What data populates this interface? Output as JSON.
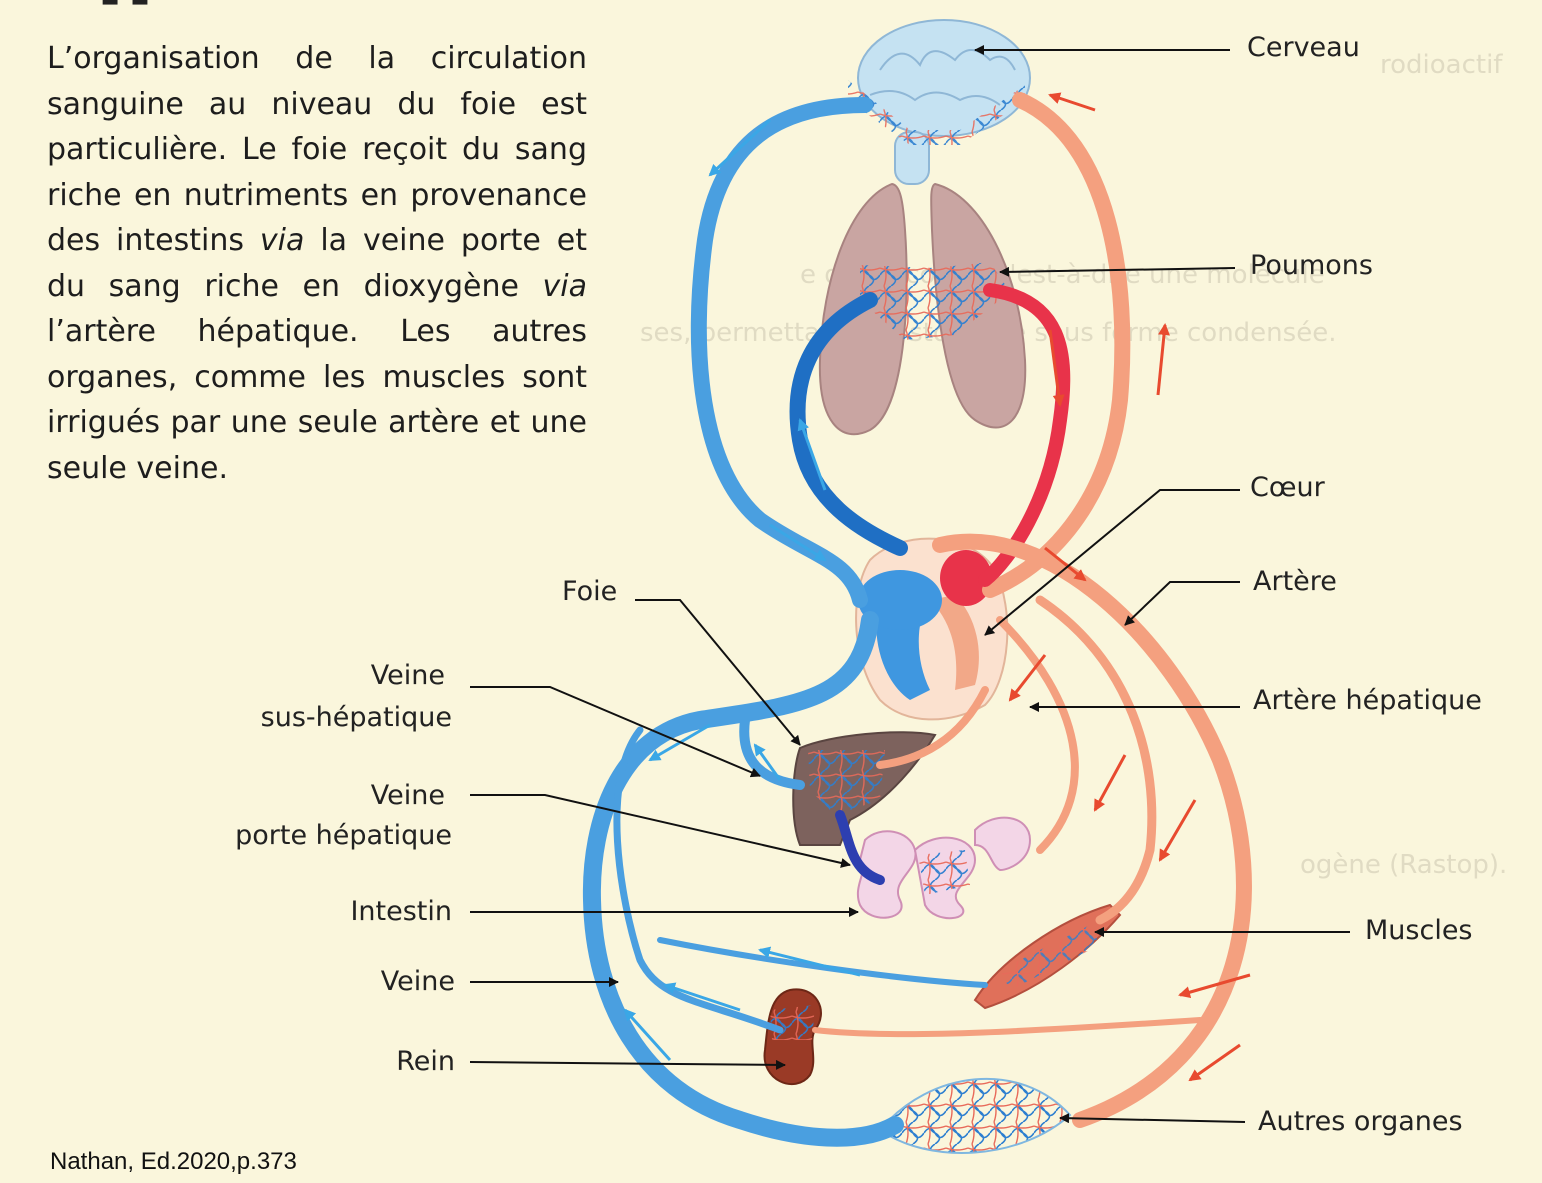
{
  "intro": {
    "segments": [
      {
        "text": "L’organisation de la circulation sanguine au niveau du foie est particulière. Le foie reçoit du sang riche en nutriments en provenance des intestins ",
        "italic": false
      },
      {
        "text": "via",
        "italic": true
      },
      {
        "text": " la veine porte et du sang riche en dioxygène ",
        "italic": false
      },
      {
        "text": "via",
        "italic": true
      },
      {
        "text": " l’artère hépatique. Les autres organes, comme les muscles sont irrigués par une seule artère et une seule veine.",
        "italic": false
      }
    ]
  },
  "labels": {
    "cerveau": "Cerveau",
    "poumons": "Poumons",
    "coeur": "Cœur",
    "artere": "Artère",
    "artere_hepatique": "Artère hépatique",
    "muscles": "Muscles",
    "autres_organes": "Autres organes",
    "foie": "Foie",
    "veine_sus_hepatique_1": "Veine",
    "veine_sus_hepatique_2": "sus-hépatique",
    "veine_porte_1": "Veine",
    "veine_porte_2": "porte hépatique",
    "intestin": "Intestin",
    "veine": "Veine",
    "rein": "Rein"
  },
  "source": "Nathan, Ed.2020,p.373",
  "colors": {
    "venous_blue": "#4a9fe0",
    "deep_blue": "#1f6fc4",
    "arterial_salmon": "#f4a07f",
    "arterial_red": "#e8334a",
    "arrow_red": "#e84a2f",
    "arrow_blue": "#3aa7e6",
    "background": "#faf6dc"
  }
}
